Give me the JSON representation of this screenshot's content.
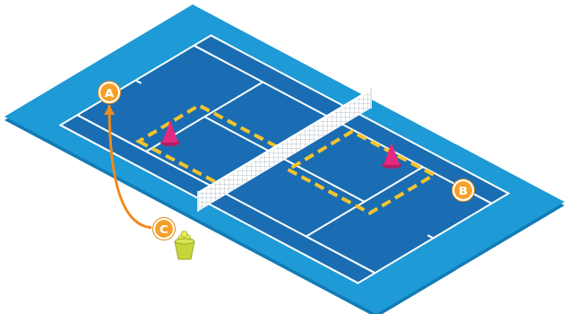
{
  "diagram": {
    "nodes": [
      {
        "text": [
          "A"
        ]
      },
      {
        "text": [
          "B"
        ]
      },
      {
        "text": [
          "C"
        ]
      }
    ],
    "edges": [
      {
        "from": 2,
        "to": 0,
        "arrow": "to"
      }
    ]
  }
}
